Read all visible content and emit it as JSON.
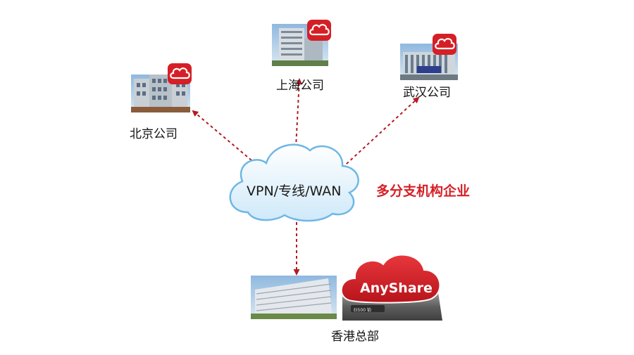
{
  "diagram": {
    "headline": "多分支机构企业",
    "network_label": "VPN/专线/WAN",
    "product_name": "AnyShare",
    "device_model": "EI500 铂",
    "nodes": {
      "beijing": "北京公司",
      "shanghai": "上海公司",
      "wuhan": "武汉公司",
      "hongkong": "香港总部"
    }
  },
  "colors": {
    "accent": "#d51f26",
    "arrow": "#b01c22",
    "cloud_fill": "#eaf6fd",
    "cloud_stroke": "#6fb7e5"
  },
  "icons": {
    "badge": "cloud-logo-icon",
    "building": "office-building-photo"
  }
}
